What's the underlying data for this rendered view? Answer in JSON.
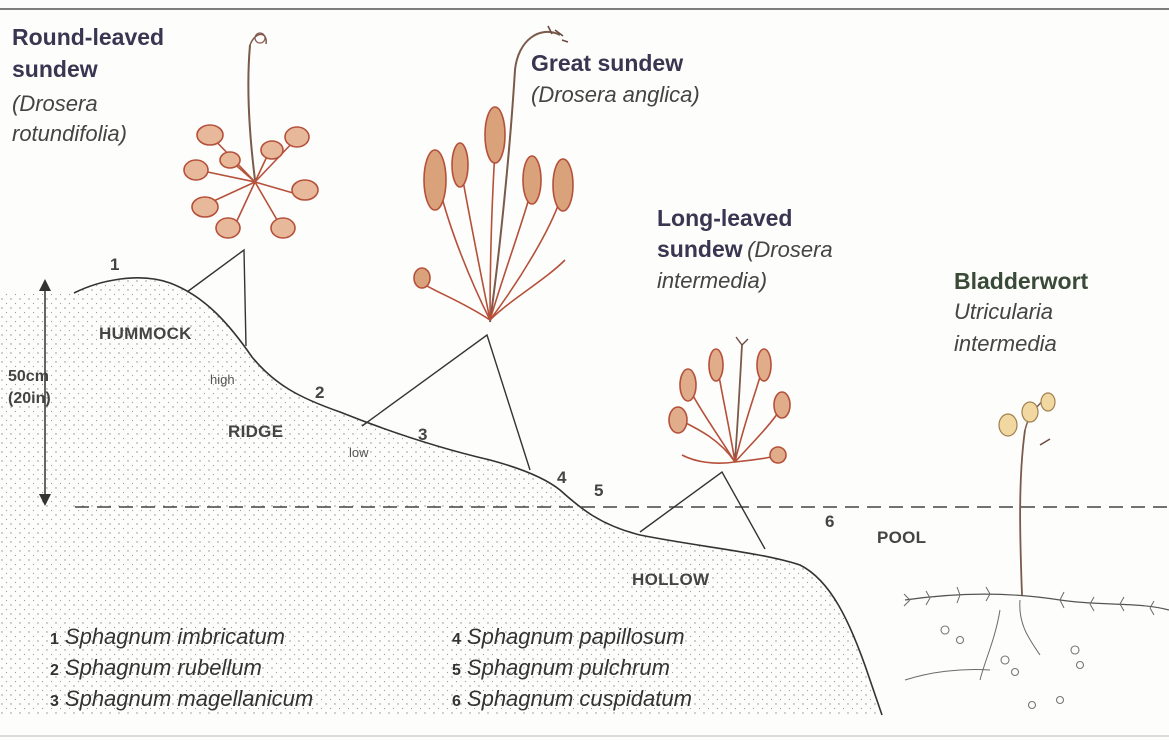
{
  "species_labels": {
    "round_leaved": {
      "common_line1": "Round-leaved",
      "common_line2": "sundew",
      "latin_line1": "(Drosera",
      "latin_line2": "rotundifolia)"
    },
    "great": {
      "common": "Great sundew",
      "latin": "(Drosera anglica)"
    },
    "long_leaved": {
      "common_line1": "Long-leaved",
      "common_line2": "sundew",
      "latin_inline": "(Drosera",
      "latin_line2": "intermedia)"
    },
    "bladderwort": {
      "common": "Bladderwort",
      "latin_line1": "Utricularia",
      "latin_line2": "intermedia"
    }
  },
  "zones": {
    "hummock": "HUMMOCK",
    "ridge": "RIDGE",
    "hollow": "HOLLOW",
    "pool": "POOL"
  },
  "moisture": {
    "high": "high",
    "low": "low"
  },
  "scale": {
    "line1": "50cm",
    "line2": "(20in)"
  },
  "position_numbers": [
    "1",
    "2",
    "3",
    "4",
    "5",
    "6"
  ],
  "key": [
    {
      "num": "1",
      "species": "Sphagnum imbricatum"
    },
    {
      "num": "2",
      "species": "Sphagnum rubellum"
    },
    {
      "num": "3",
      "species": "Sphagnum magellanicum"
    },
    {
      "num": "4",
      "species": "Sphagnum papillosum"
    },
    {
      "num": "5",
      "species": "Sphagnum pulchrum"
    },
    {
      "num": "6",
      "species": "Sphagnum cuspidatum"
    }
  ],
  "colors": {
    "ink": "#333333",
    "label": "#3a3550",
    "plant_red": "#b5503a",
    "plant_leaf": "#d9a27a",
    "stem": "#7a5a4a",
    "stipple": "#888888"
  },
  "icons": [
    "round-leaved-sundew-drawing",
    "great-sundew-drawing",
    "long-leaved-sundew-drawing",
    "bladderwort-drawing",
    "scale-arrow-icon"
  ]
}
